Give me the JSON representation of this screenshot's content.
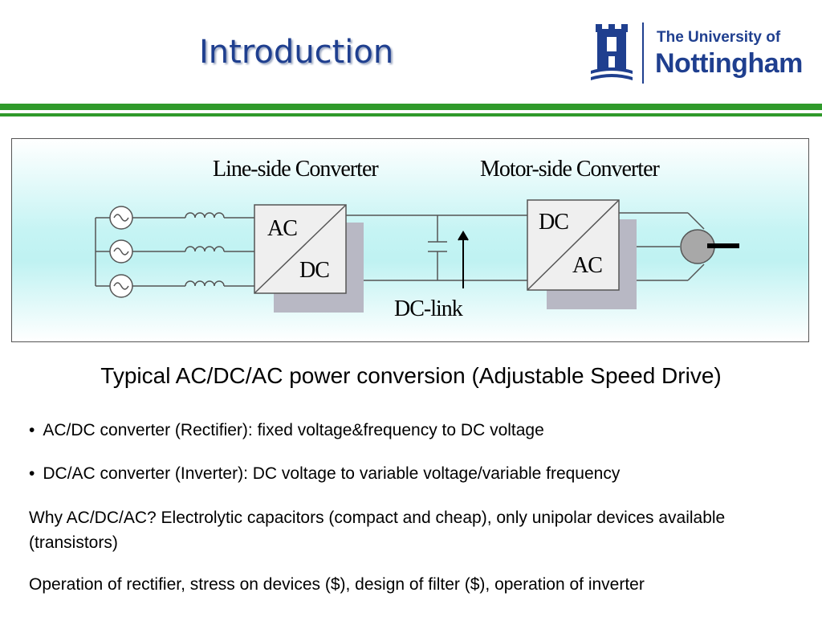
{
  "slide": {
    "title": "Introduction"
  },
  "logo": {
    "line1": "The University of",
    "line2": "Nottingham"
  },
  "diagram": {
    "line_side_label": "Line-side Converter",
    "motor_side_label": "Motor-side Converter",
    "rectifier_input": "AC",
    "rectifier_output": "DC",
    "inverter_input": "DC",
    "inverter_output": "AC",
    "dc_link_label": "DC-link"
  },
  "content": {
    "caption": "Typical AC/DC/AC power conversion (Adjustable Speed Drive)",
    "bullet_symbol": "•",
    "bullets": [
      "AC/DC converter (Rectifier): fixed voltage&frequency to DC voltage",
      "DC/AC converter (Inverter): DC voltage to variable voltage/variable frequency"
    ],
    "paragraphs": [
      "Why AC/DC/AC? Electrolytic capacitors (compact and cheap), only unipolar devices available (transistors)",
      "Operation of rectifier, stress on devices ($), design of filter ($), operation of inverter"
    ]
  },
  "colors": {
    "title": "#1f3f8f",
    "accent_bar": "#2f9a2a",
    "diagram_bg": "#bff2f2"
  }
}
